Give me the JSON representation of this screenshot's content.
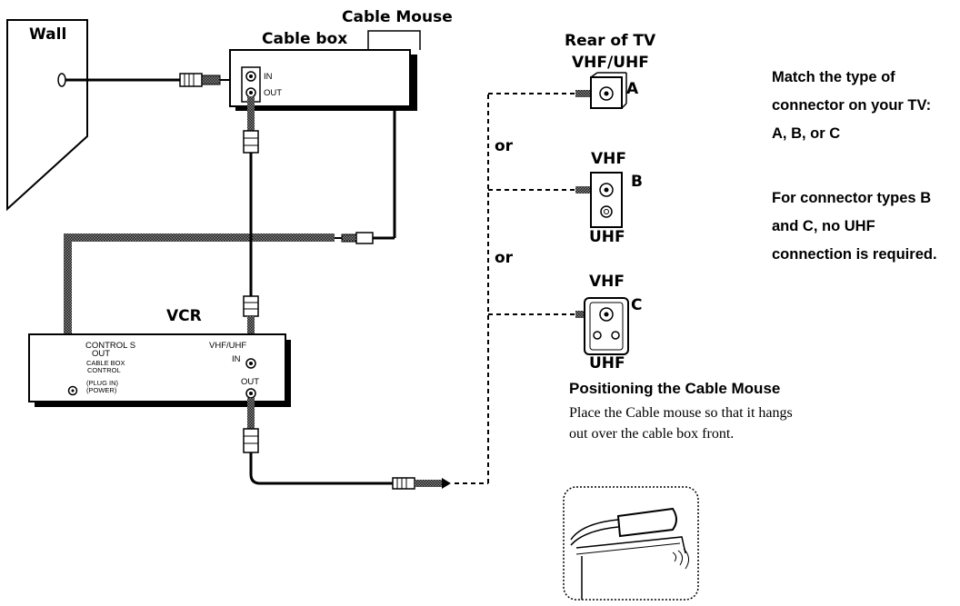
{
  "labels": {
    "wall": "Wall",
    "cable_box": "Cable box",
    "cable_mouse": "Cable Mouse",
    "rear_of_tv": "Rear of TV",
    "vcr": "VCR"
  },
  "cable_box_ports": {
    "in": "IN",
    "out": "OUT"
  },
  "vcr_panel": {
    "control_s": "CONTROL S",
    "control_s_out": "OUT",
    "cable_box_control_1": "CABLE BOX",
    "cable_box_control_2": "CONTROL",
    "plug_in": "PLUG IN",
    "power": "POWER",
    "vhf_uhf": "VHF/UHF",
    "in": "IN",
    "out": "OUT"
  },
  "tv_options": {
    "a": {
      "top_label": "VHF/UHF",
      "letter": "A"
    },
    "or_1": "or",
    "b": {
      "top_label": "VHF",
      "letter": "B",
      "bottom_label": "UHF"
    },
    "or_2": "or",
    "c": {
      "top_label": "VHF",
      "letter": "C",
      "bottom_label": "UHF"
    }
  },
  "notes": {
    "match_connector": "Match the type of connector on your TV: A, B, or C",
    "no_uhf": "For connector types B and C, no UHF connection is required."
  },
  "positioning": {
    "title": "Positioning the Cable Mouse",
    "body": "Place the Cable mouse so that it hangs out over the cable box front."
  }
}
